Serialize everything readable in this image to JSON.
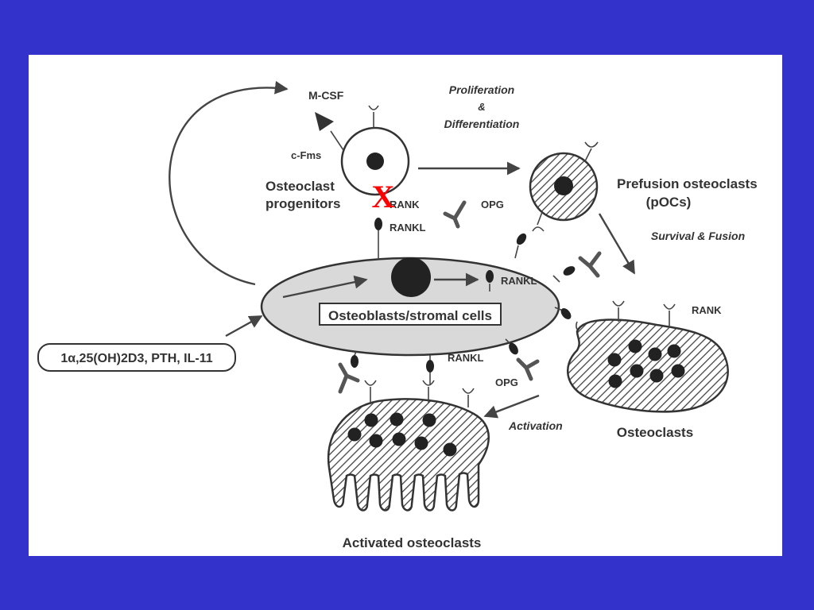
{
  "labels": {
    "mcsf": "M-CSF",
    "cfms": "c-Fms",
    "progenitors_line1": "Osteoclast",
    "progenitors_line2": "progenitors",
    "prolif_line1": "Proliferation",
    "prolif_line2": "&",
    "prolif_line3": "Differentiation",
    "prefusion_line1": "Prefusion osteoclasts",
    "prefusion_line2": "(pOCs)",
    "survival": "Survival & Fusion",
    "rank_top": "RANK",
    "rankl_top": "RANKL",
    "opg_top": "OPG",
    "rankl_inner": "RANKL",
    "osteoblasts": "Osteoblasts/stromal cells",
    "hormones": "1α,25(OH)2D3, PTH, IL-11",
    "rank_right": "RANK",
    "rankl_bottom": "RANKL",
    "opg_bottom": "OPG",
    "activation": "Activation",
    "osteoclasts": "Osteoclasts",
    "activated": "Activated osteoclasts",
    "mark_x": "X"
  },
  "colors": {
    "background": "#3333cc",
    "panel": "#ffffff",
    "ellipse_fill": "#d9d9d9",
    "ink": "#333333",
    "mark": "#ff0000"
  }
}
